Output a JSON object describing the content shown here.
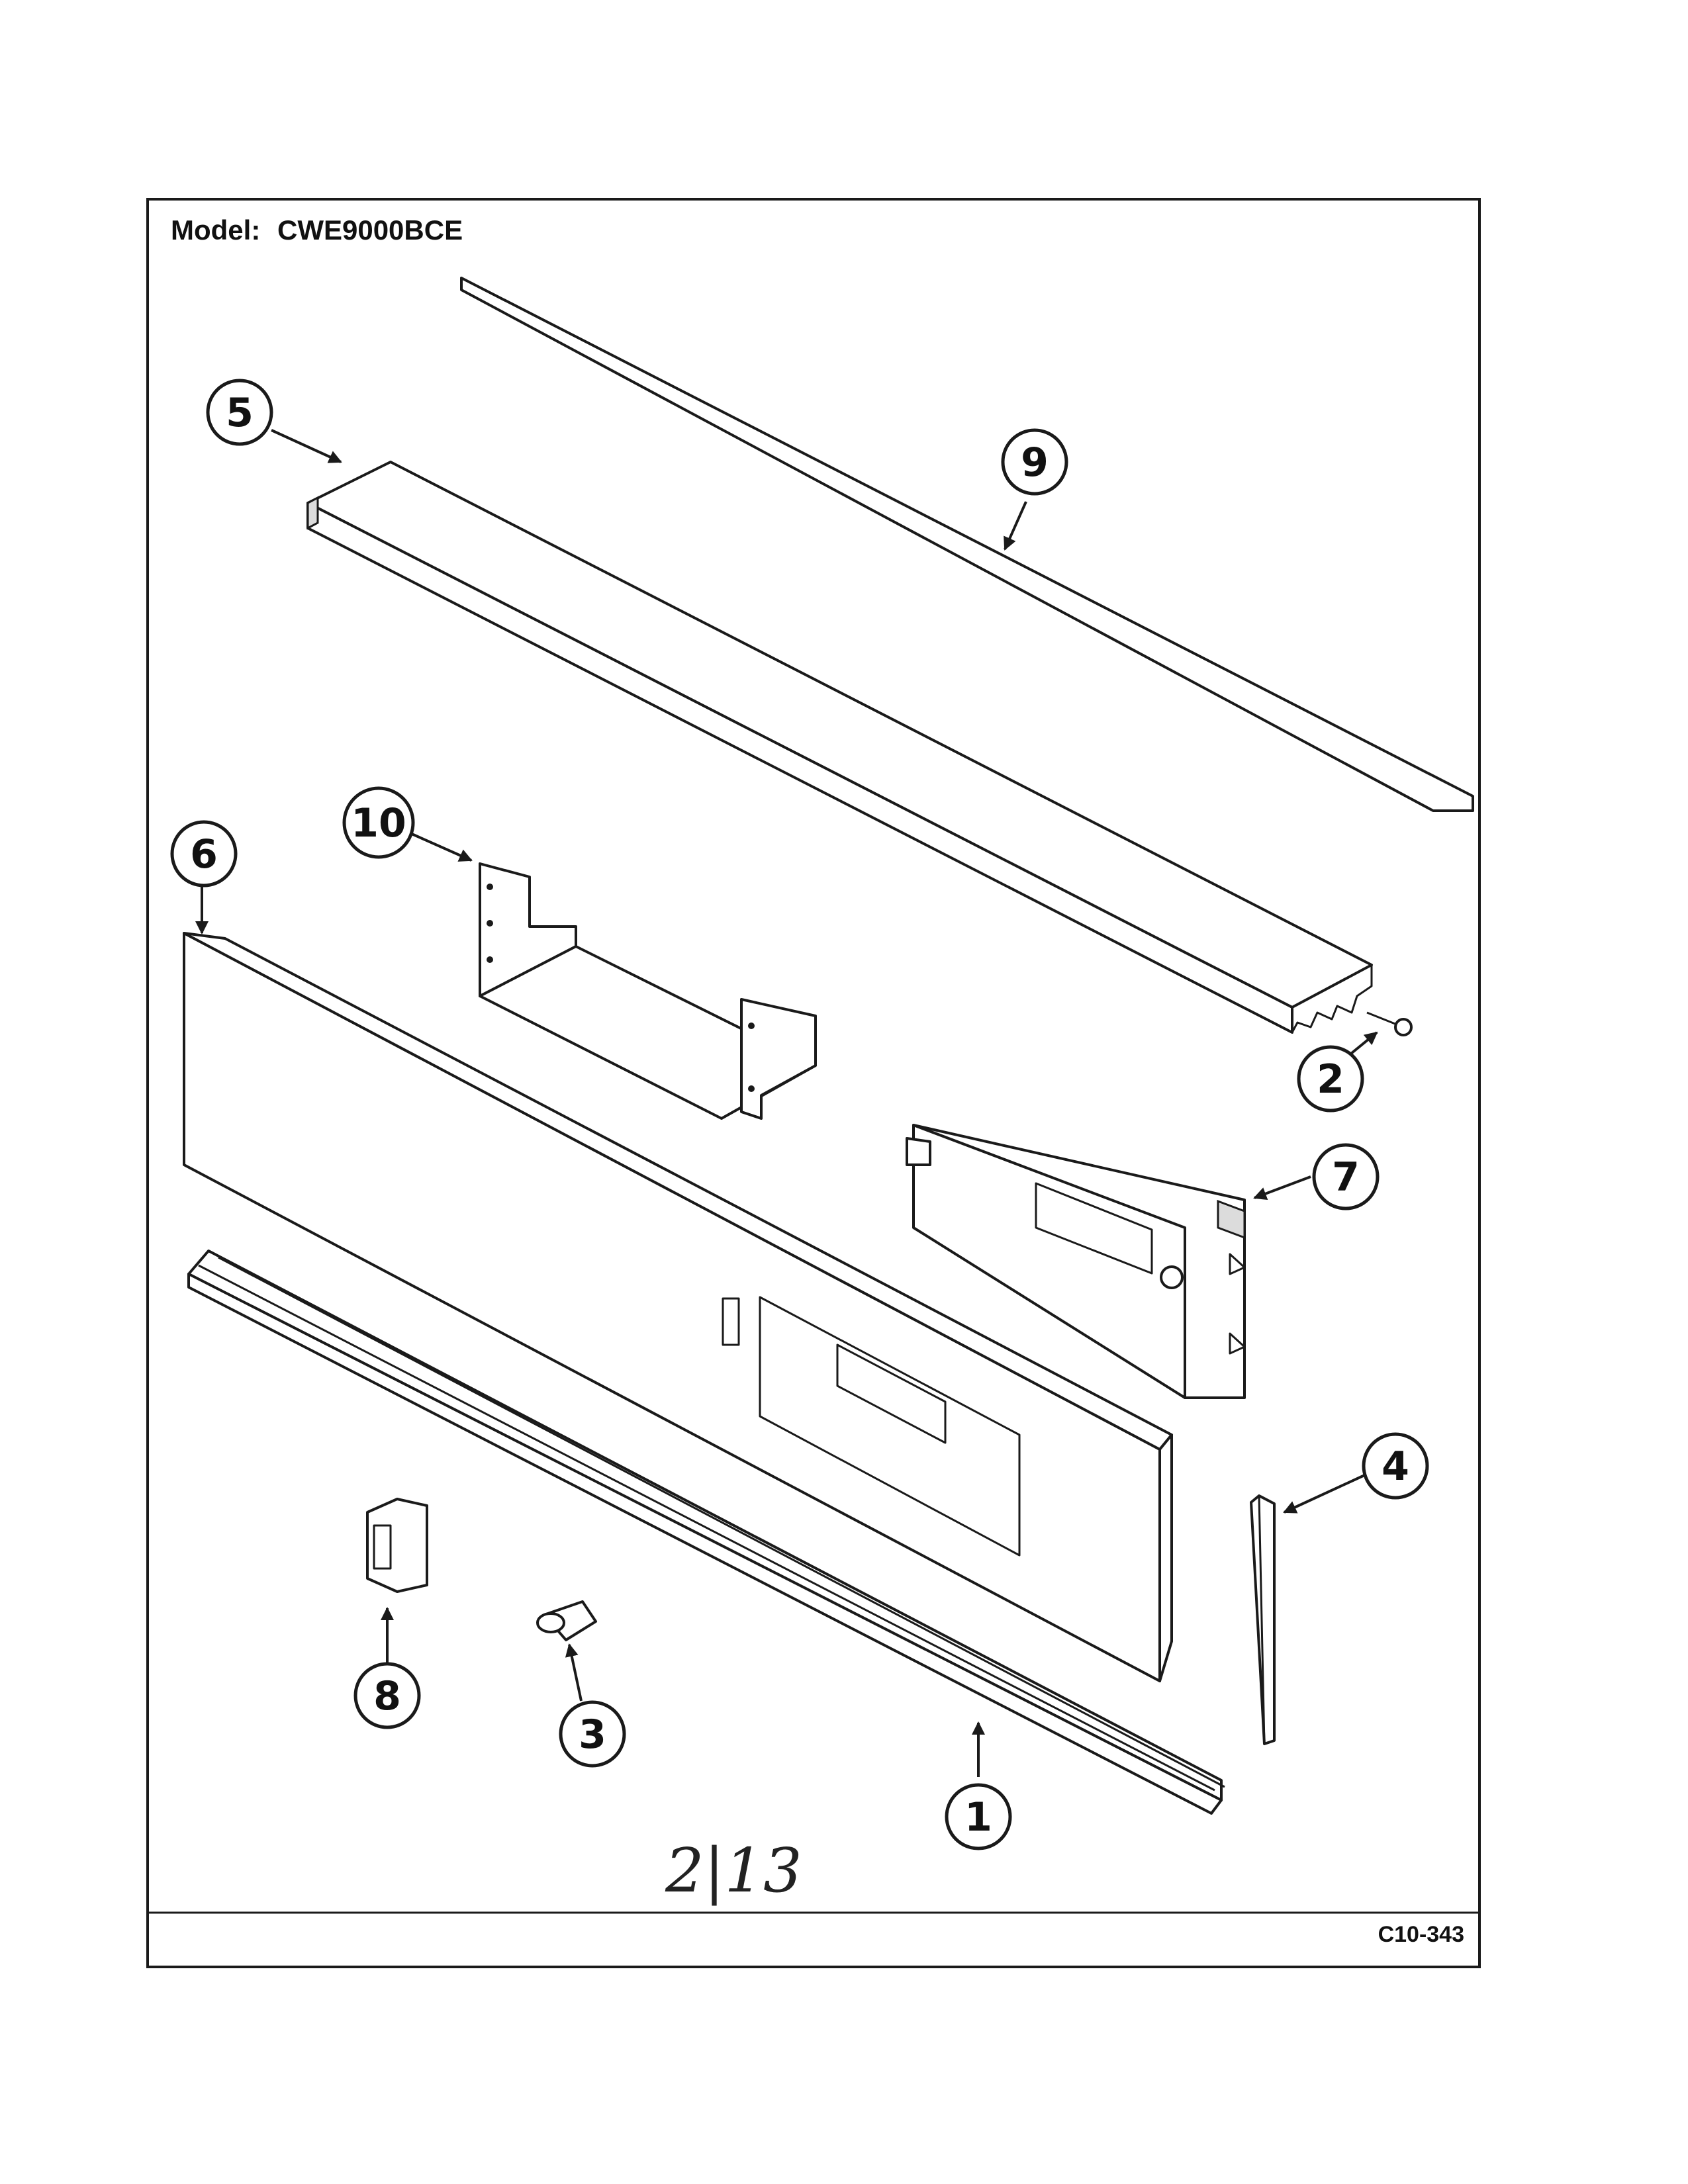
{
  "header": {
    "model_label": "Model:",
    "model_number": "CWE9000BCE"
  },
  "footer": {
    "drawing_code": "C10-343"
  },
  "handwritten_note": "2|13",
  "callouts": [
    {
      "number": "1",
      "part": "trim-strip"
    },
    {
      "number": "2",
      "part": "screw"
    },
    {
      "number": "3",
      "part": "knob"
    },
    {
      "number": "4",
      "part": "side-trim"
    },
    {
      "number": "5",
      "part": "top-extrusion"
    },
    {
      "number": "6",
      "part": "control-panel"
    },
    {
      "number": "7",
      "part": "electronic-clock-control"
    },
    {
      "number": "8",
      "part": "rocker-switch"
    },
    {
      "number": "9",
      "part": "top-trim-strip"
    },
    {
      "number": "10",
      "part": "mounting-bracket"
    }
  ]
}
